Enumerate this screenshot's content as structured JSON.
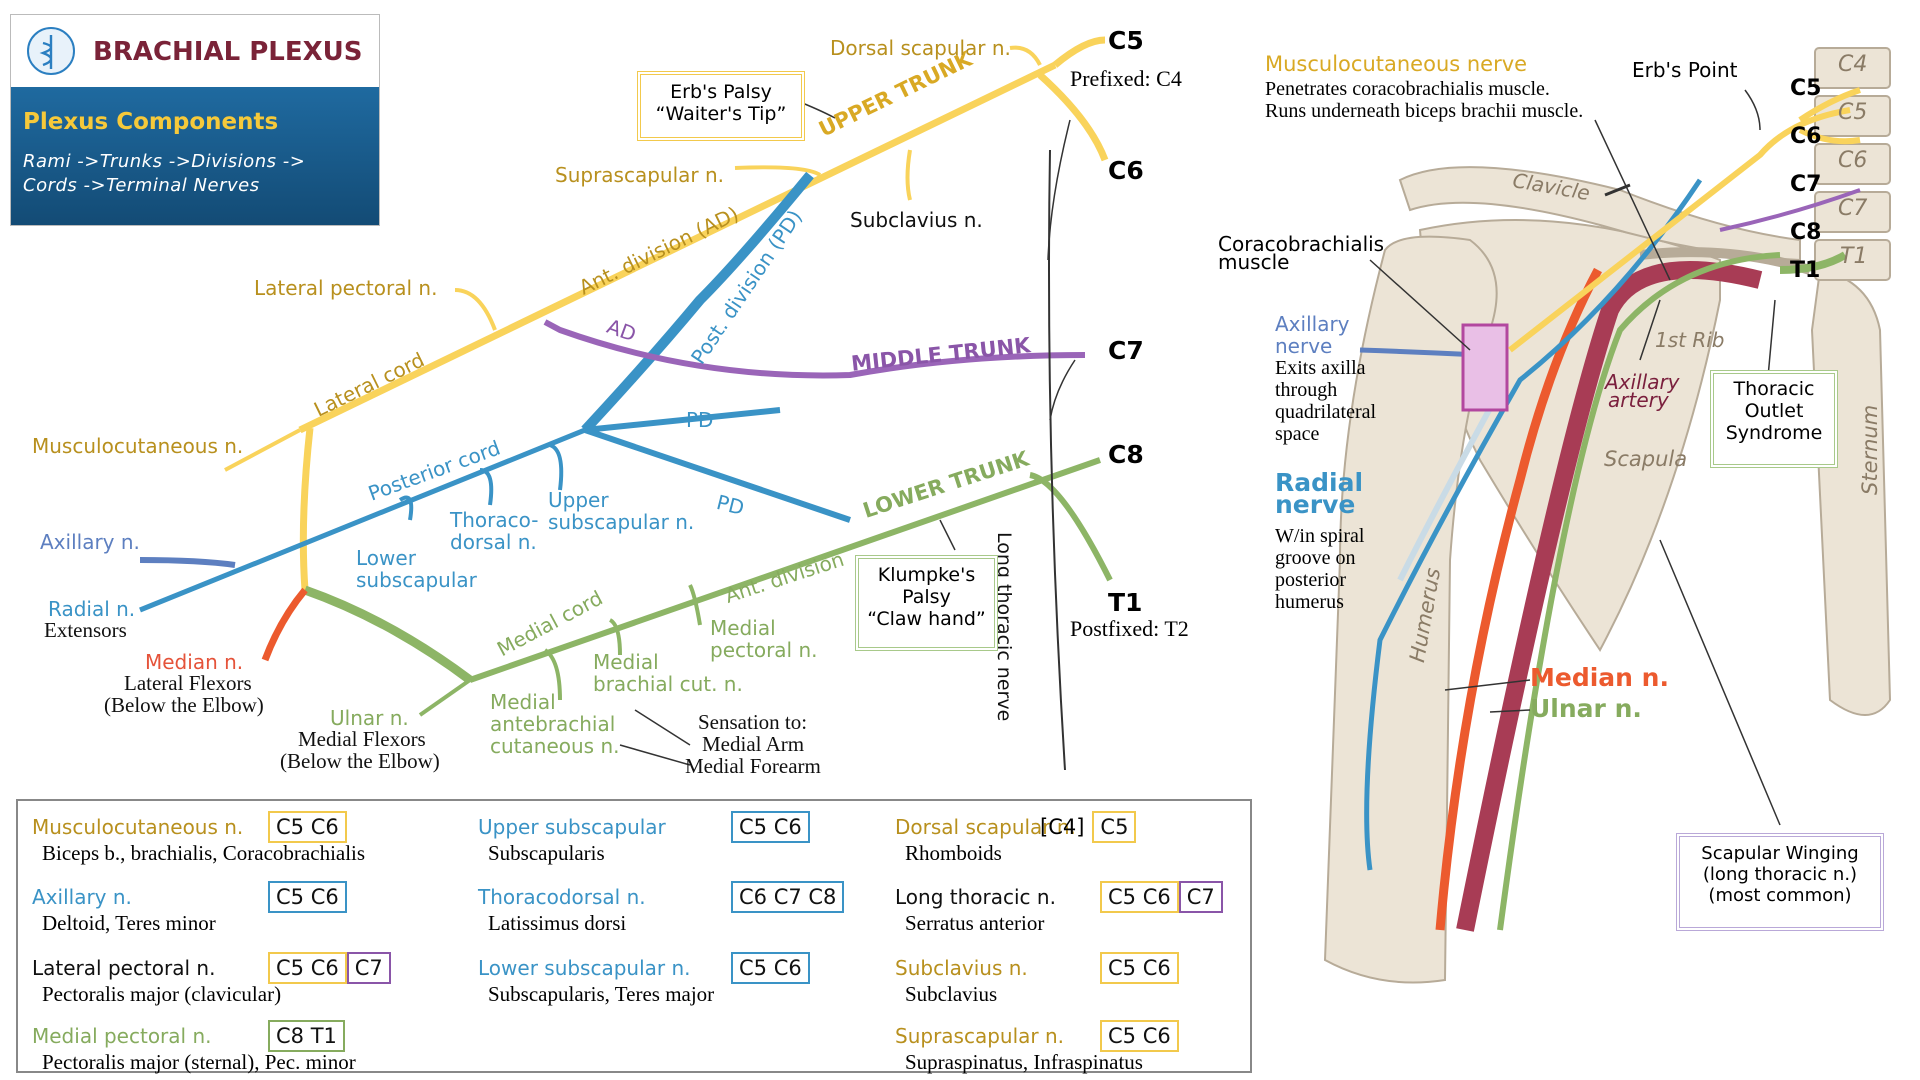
{
  "header": {
    "title": "BRACHIAL PLEXUS",
    "subtitle": "Plexus Components",
    "components_line1": "Rami ->Trunks ->Divisions ->",
    "components_line2": "Cords ->Terminal Nerves"
  },
  "roots": {
    "c5": "C5",
    "c6": "C6",
    "c7": "C7",
    "c8": "C8",
    "t1": "T1",
    "prefixed": "Prefixed: C4",
    "postfixed": "Postfixed: T2"
  },
  "trunks": {
    "upper": "UPPER TRUNK",
    "middle": "MIDDLE TRUNK",
    "lower": "LOWER TRUNK"
  },
  "divisions": {
    "ant_upper": "Ant. division (AD)",
    "post_upper": "Post. division (PD)",
    "ad": "AD",
    "pd1": "PD",
    "pd2": "PD",
    "ant_lower": "Ant. division"
  },
  "cords": {
    "lateral": "Lateral cord",
    "posterior": "Posterior cord",
    "medial": "Medial cord"
  },
  "branches": {
    "dorsal_scapular": "Dorsal scapular n.",
    "suprascapular": "Suprascapular n.",
    "subclavius": "Subclavius n.",
    "lateral_pectoral": "Lateral pectoral n.",
    "musculocutaneous": "Musculocutaneous n.",
    "axillary": "Axillary n.",
    "radial": "Radial n.",
    "radial_desc": "Extensors",
    "median": "Median n.",
    "median_desc1": "Lateral Flexors",
    "median_desc2": "(Below the Elbow)",
    "ulnar": "Ulnar n.",
    "ulnar_desc1": "Medial Flexors",
    "ulnar_desc2": "(Below the Elbow)",
    "lower_subscapular1": "Lower",
    "lower_subscapular2": "subscapular",
    "thoracodorsal1": "Thoraco-",
    "thoracodorsal2": "dorsal n.",
    "upper_subscapular1": "Upper",
    "upper_subscapular2": "subscapular n.",
    "medial_antebrachial1": "Medial",
    "medial_antebrachial2": "antebrachial",
    "medial_antebrachial3": "cutaneous n.",
    "medial_brachial1": "Medial",
    "medial_brachial2": "brachial cut. n.",
    "medial_pectoral1": "Medial",
    "medial_pectoral2": "pectoral n.",
    "sensation1": "Sensation to:",
    "sensation2": "Medial Arm",
    "sensation3": "Medial Forearm",
    "long_thoracic": "Long thoracic nerve"
  },
  "callouts": {
    "erb1": "Erb's Palsy",
    "erb2": "“Waiter's Tip”",
    "klumpke1": "Klumpke's",
    "klumpke2": "Palsy",
    "klumpke3": "“Claw hand”"
  },
  "table": [
    {
      "name": "Musculocutaneous n.",
      "color": "gold",
      "roots": [
        [
          "C5 C6",
          "gold"
        ]
      ],
      "desc": "Biceps b., brachialis, Coracobrachialis"
    },
    {
      "name": "Axillary n.",
      "color": "blue",
      "roots": [
        [
          "C5 C6",
          "blue"
        ]
      ],
      "desc": "Deltoid, Teres minor"
    },
    {
      "name": "Lateral pectoral n.",
      "color": "black",
      "roots": [
        [
          "C5 C6",
          "gold"
        ],
        [
          "C7",
          "purple"
        ]
      ],
      "desc": "Pectoralis major (clavicular)"
    },
    {
      "name": "Medial pectoral n.",
      "color": "green",
      "roots": [
        [
          "C8 T1",
          "green"
        ]
      ],
      "desc": "Pectoralis major (sternal), Pec. minor"
    },
    {
      "name": "Upper subscapular",
      "color": "blue",
      "roots": [
        [
          "C5 C6",
          "blue"
        ]
      ],
      "desc": "Subscapularis"
    },
    {
      "name": "Thoracodorsal n.",
      "color": "blue",
      "roots": [
        [
          "C6 C7 C8",
          "blue"
        ]
      ],
      "desc": "Latissimus dorsi"
    },
    {
      "name": "Lower subscapular n.",
      "color": "blue",
      "roots": [
        [
          "C5 C6",
          "blue"
        ]
      ],
      "desc": "Subscapularis, Teres major"
    },
    {
      "name": "Dorsal scapular n.",
      "color": "gold",
      "prefix": "[C4]",
      "roots": [
        [
          "C5",
          "gold"
        ]
      ],
      "desc": "Rhomboids"
    },
    {
      "name": "Long thoracic n.",
      "color": "black",
      "roots": [
        [
          "C5 C6",
          "gold"
        ],
        [
          "C7",
          "purple"
        ]
      ],
      "desc": "Serratus anterior"
    },
    {
      "name": "Subclavius n.",
      "color": "gold",
      "roots": [
        [
          "C5 C6",
          "gold"
        ]
      ],
      "desc": "Subclavius"
    },
    {
      "name": "Suprascapular n.",
      "color": "gold",
      "roots": [
        [
          "C5 C6",
          "gold"
        ]
      ],
      "desc": "Supraspinatus, Infraspinatus"
    }
  ],
  "anatomy": {
    "musc_title": "Musculocutaneous nerve",
    "musc_desc1": "Penetrates coracobrachialis muscle.",
    "musc_desc2": "Runs underneath biceps brachii muscle.",
    "erbs_point": "Erb's Point",
    "clavicle": "Clavicle",
    "coraco1": "Coracobrachialis",
    "coraco2": "muscle",
    "axillary1": "Axillary",
    "axillary2": "nerve",
    "axillary_desc1": "Exits axilla",
    "axillary_desc2": "through",
    "axillary_desc3": "quadrilateral",
    "axillary_desc4": "space",
    "radial1": "Radial",
    "radial2": "nerve",
    "radial_desc1": "W/in spiral",
    "radial_desc2": "groove  on",
    "radial_desc3": "posterior",
    "radial_desc4": "humerus",
    "axillary_artery1": "Axillary",
    "axillary_artery2": "artery",
    "first_rib": "1st Rib",
    "scapula": "Scapula",
    "humerus": "Humerus",
    "sternum": "Sternum",
    "tos1": "Thoracic",
    "tos2": "Outlet",
    "tos3": "Syndrome",
    "median": "Median n.",
    "ulnar": "Ulnar n.",
    "winging1": "Scapular Winging",
    "winging2": "(long thoracic n.)",
    "winging3": "(most common)",
    "vert_c4": "C4",
    "vert_c5": "C5",
    "vert_c6": "C6",
    "vert_c7": "C7",
    "vert_t1": "T1",
    "root_c5": "C5",
    "root_c6": "C6",
    "root_c7": "C7",
    "root_c8": "C8",
    "root_t1": "T1"
  },
  "colors": {
    "gold": "#f9d35b",
    "blue": "#3a93c6",
    "purple": "#9a65b8",
    "green": "#8db566",
    "red": "#ec5a2e",
    "artery": "#a83c55",
    "bone": "#ece4d6"
  }
}
